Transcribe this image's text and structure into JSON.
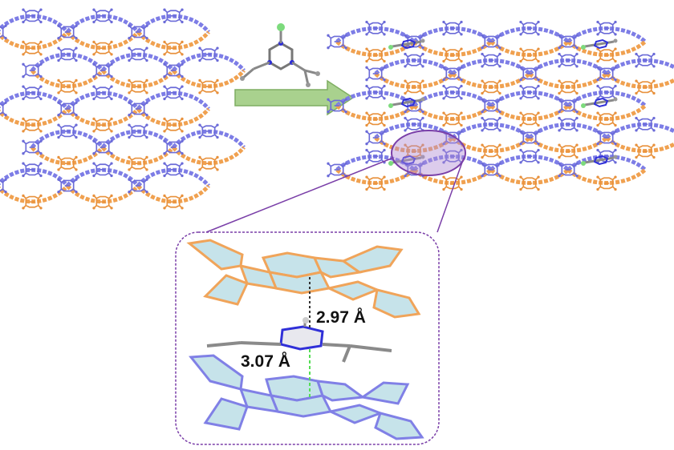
{
  "figure": {
    "colors": {
      "orange": "#f0a45a",
      "orange_dark": "#d9822b",
      "blue": "#8080e6",
      "blue_dark": "#5f5fd0",
      "arrow_fill": "#a9d18e",
      "arrow_stroke": "#7fae62",
      "highlight_fill": "#b18fd4",
      "highlight_stroke": "#7a3fa8",
      "ring_fill": "#c6e3ea",
      "guest_gray": "#8a8a8a",
      "guest_n": "#2a2ad8",
      "guest_cl": "#7ddb7d",
      "dashed_black": "#333333",
      "dashed_green": "#55dd55"
    },
    "guest_molecule": {
      "name_icon": "triazine-guest-icon"
    },
    "reaction_arrow": {
      "direction": "right"
    },
    "inset": {
      "label_upper_distance": "2.97 Å",
      "label_lower_distance": "3.07 Å"
    }
  }
}
